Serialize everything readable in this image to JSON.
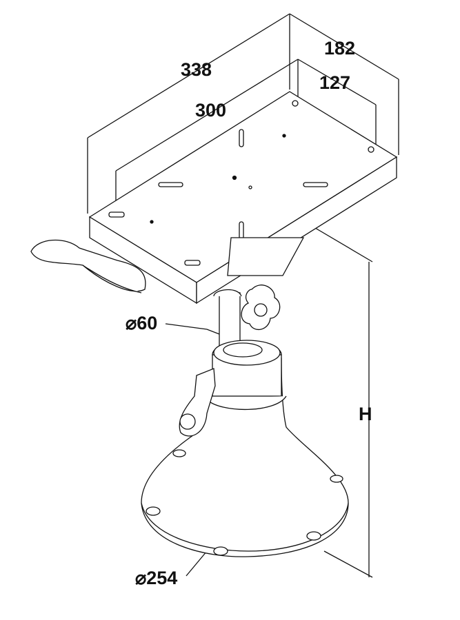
{
  "dimensions": {
    "plate_length": "338",
    "plate_width": "182",
    "hole_length": "300",
    "hole_width": "127",
    "column_diameter": "⌀60",
    "height": "H",
    "base_diameter": "⌀254"
  }
}
